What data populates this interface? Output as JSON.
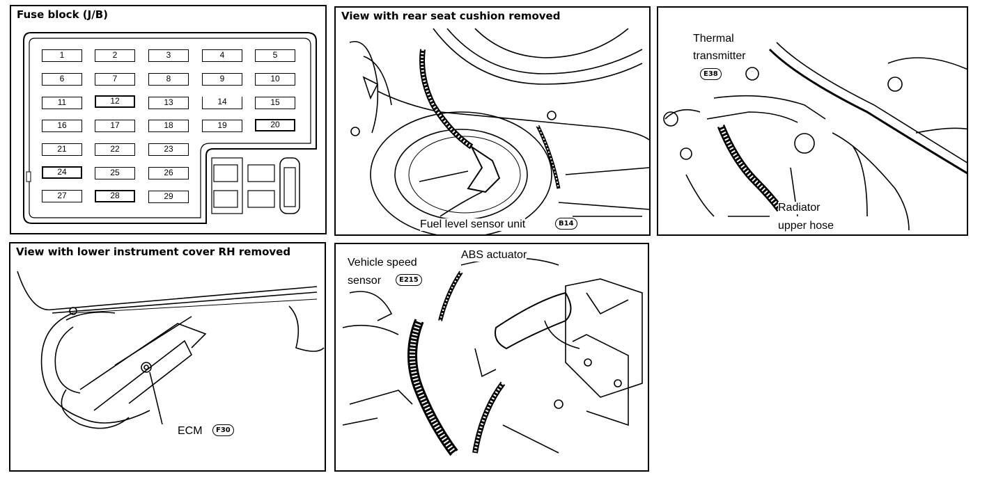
{
  "panels": {
    "fuse_block": {
      "title": "Fuse block (J/B)",
      "fuses": [
        "1",
        "2",
        "3",
        "4",
        "5",
        "6",
        "7",
        "8",
        "9",
        "10",
        "11",
        "12",
        "13",
        "14",
        "15",
        "16",
        "17",
        "18",
        "19",
        "20",
        "21",
        "22",
        "23",
        "24",
        "25",
        "26",
        "27",
        "28",
        "29"
      ]
    },
    "rear_seat": {
      "title": "View with rear seat cushion removed",
      "label": "Fuel level sensor unit",
      "connector": "B14"
    },
    "engine": {
      "label_thermal_1": "Thermal",
      "label_thermal_2": "transmitter",
      "connector": "E38",
      "label_radiator_1": "Radiator",
      "label_radiator_2": "upper hose"
    },
    "instrument": {
      "title": "View with lower instrument cover RH removed",
      "label": "ECM",
      "connector": "F30"
    },
    "abs": {
      "label_speed_1": "Vehicle speed",
      "label_speed_2": "sensor",
      "connector": "E215",
      "label_abs": "ABS actuator"
    }
  }
}
